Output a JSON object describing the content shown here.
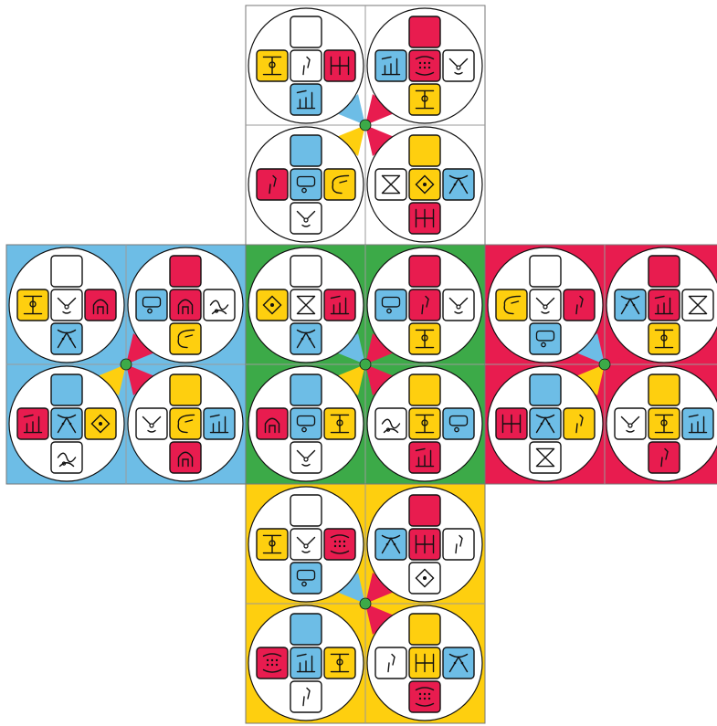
{
  "colors": {
    "white": "#ffffff",
    "red": "#e81c4f",
    "blue": "#6dbde6",
    "green": "#3caa48",
    "yellow": "#fecf0f",
    "border": "#777777",
    "ink": "#111111"
  },
  "faces": [
    {
      "id": "top",
      "color": "white",
      "hub": "green",
      "circles": [
        {
          "top": "white",
          "left": "yellow",
          "center": "white",
          "right": "red",
          "bottom": "blue",
          "glyphs": {
            "left": "glyph-pillar",
            "center": "glyph-hook",
            "right": "glyph-bars",
            "bottom": "glyph-comb"
          }
        },
        {
          "top": "red",
          "left": "blue",
          "center": "red",
          "right": "white",
          "bottom": "yellow",
          "glyphs": {
            "left": "glyph-comb",
            "center": "glyph-dots",
            "right": "glyph-face",
            "bottom": "glyph-pillar"
          }
        },
        {
          "top": "blue",
          "left": "red",
          "center": "blue",
          "right": "yellow",
          "bottom": "white",
          "glyphs": {
            "left": "glyph-hook",
            "center": "glyph-eye",
            "right": "glyph-profile",
            "bottom": "glyph-face"
          }
        },
        {
          "top": "yellow",
          "left": "white",
          "center": "yellow",
          "right": "blue",
          "bottom": "red",
          "glyphs": {
            "left": "glyph-cross",
            "center": "glyph-diamond",
            "right": "glyph-mask",
            "bottom": "glyph-bars"
          }
        }
      ]
    },
    {
      "id": "left",
      "color": "blue",
      "hub": "green",
      "circles": [
        {
          "top": "white",
          "left": "yellow",
          "center": "white",
          "right": "red",
          "bottom": "blue",
          "glyphs": {
            "left": "glyph-pillar",
            "center": "glyph-face",
            "right": "glyph-arch",
            "bottom": "glyph-mask"
          }
        },
        {
          "top": "red",
          "left": "blue",
          "center": "red",
          "right": "white",
          "bottom": "yellow",
          "glyphs": {
            "left": "glyph-eye",
            "center": "glyph-arch",
            "right": "glyph-wave",
            "bottom": "glyph-profile"
          }
        },
        {
          "top": "blue",
          "left": "red",
          "center": "blue",
          "right": "yellow",
          "bottom": "white",
          "glyphs": {
            "left": "glyph-comb",
            "center": "glyph-mask",
            "right": "glyph-diamond",
            "bottom": "glyph-wave"
          }
        },
        {
          "top": "yellow",
          "left": "white",
          "center": "yellow",
          "right": "blue",
          "bottom": "red",
          "glyphs": {
            "left": "glyph-face",
            "center": "glyph-profile",
            "right": "glyph-comb",
            "bottom": "glyph-arch"
          }
        }
      ]
    },
    {
      "id": "front",
      "color": "green",
      "hub": "green",
      "circles": [
        {
          "top": "white",
          "left": "yellow",
          "center": "white",
          "right": "red",
          "bottom": "blue",
          "glyphs": {
            "left": "glyph-diamond",
            "center": "glyph-cross",
            "right": "glyph-comb",
            "bottom": "glyph-mask"
          }
        },
        {
          "top": "red",
          "left": "blue",
          "center": "red",
          "right": "white",
          "bottom": "yellow",
          "glyphs": {
            "left": "glyph-eye",
            "center": "glyph-hook",
            "right": "glyph-face",
            "bottom": "glyph-pillar"
          }
        },
        {
          "top": "blue",
          "left": "red",
          "center": "blue",
          "right": "yellow",
          "bottom": "white",
          "glyphs": {
            "left": "glyph-arch",
            "center": "glyph-eye",
            "right": "glyph-pillar",
            "bottom": "glyph-face"
          }
        },
        {
          "top": "yellow",
          "left": "white",
          "center": "yellow",
          "right": "blue",
          "bottom": "red",
          "glyphs": {
            "left": "glyph-wave",
            "center": "glyph-pillar",
            "right": "glyph-eye",
            "bottom": "glyph-comb"
          }
        }
      ]
    },
    {
      "id": "right",
      "color": "red",
      "hub": "green",
      "circles": [
        {
          "top": "white",
          "left": "yellow",
          "center": "white",
          "right": "red",
          "bottom": "blue",
          "glyphs": {
            "left": "glyph-profile",
            "center": "glyph-face",
            "right": "glyph-hook",
            "bottom": "glyph-eye"
          }
        },
        {
          "top": "red",
          "left": "blue",
          "center": "red",
          "right": "white",
          "bottom": "yellow",
          "glyphs": {
            "left": "glyph-mask",
            "center": "glyph-comb",
            "right": "glyph-cross",
            "bottom": "glyph-pillar"
          }
        },
        {
          "top": "blue",
          "left": "red",
          "center": "blue",
          "right": "yellow",
          "bottom": "white",
          "glyphs": {
            "left": "glyph-bars",
            "center": "glyph-mask",
            "right": "glyph-hook",
            "bottom": "glyph-cross"
          }
        },
        {
          "top": "yellow",
          "left": "white",
          "center": "yellow",
          "right": "blue",
          "bottom": "red",
          "glyphs": {
            "left": "glyph-face",
            "center": "glyph-pillar",
            "right": "glyph-comb",
            "bottom": "glyph-hook"
          }
        }
      ]
    },
    {
      "id": "bottom",
      "color": "yellow",
      "hub": "green",
      "circles": [
        {
          "top": "white",
          "left": "yellow",
          "center": "white",
          "right": "red",
          "bottom": "blue",
          "glyphs": {
            "left": "glyph-pillar",
            "center": "glyph-face",
            "right": "glyph-dots",
            "bottom": "glyph-eye"
          }
        },
        {
          "top": "red",
          "left": "blue",
          "center": "red",
          "right": "white",
          "bottom": "white",
          "glyphs": {
            "left": "glyph-mask",
            "center": "glyph-bars",
            "right": "glyph-hook",
            "bottom": "glyph-diamond"
          }
        },
        {
          "top": "blue",
          "left": "red",
          "center": "blue",
          "right": "yellow",
          "bottom": "white",
          "glyphs": {
            "left": "glyph-dots",
            "center": "glyph-comb",
            "right": "glyph-pillar",
            "bottom": "glyph-hook"
          }
        },
        {
          "top": "yellow",
          "left": "white",
          "center": "yellow",
          "right": "blue",
          "bottom": "red",
          "glyphs": {
            "left": "glyph-hook",
            "center": "glyph-bars",
            "right": "glyph-mask",
            "bottom": "glyph-dots"
          }
        }
      ]
    }
  ]
}
